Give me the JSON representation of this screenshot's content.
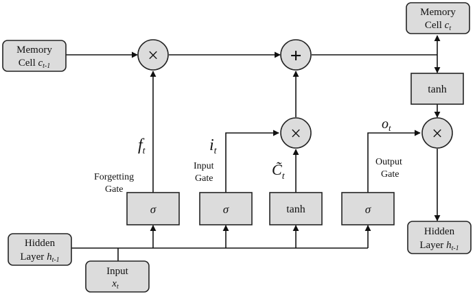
{
  "boxes": {
    "memory_in_1": "Memory",
    "memory_in_2": "Cell",
    "memory_in_sym": "c",
    "memory_in_sub": "t-1",
    "memory_out_1": "Memory",
    "memory_out_2": "Cell",
    "memory_out_sym": "c",
    "memory_out_sub": "t",
    "hidden_in_1": "Hidden",
    "hidden_in_2": "Layer",
    "hidden_in_sym": "h",
    "hidden_in_sub": "t-1",
    "hidden_out_1": "Hidden",
    "hidden_out_2": "Layer",
    "hidden_out_sym": "h",
    "hidden_out_sub": "t-1",
    "input_1": "Input",
    "input_sym": "x",
    "input_sub": "t",
    "sigma_forget": "σ",
    "sigma_input": "σ",
    "tanh_candidate": "tanh",
    "sigma_output": "σ",
    "tanh_top": "tanh"
  },
  "operators": {
    "multiply_forget": "×",
    "add": "+",
    "multiply_input": "×",
    "multiply_output": "×"
  },
  "labels": {
    "f_sym": "f",
    "f_sub": "t",
    "i_sym": "i",
    "i_sub": "t",
    "c_sym": "C̃",
    "c_sub": "t",
    "o_sym": "o",
    "o_sub": "t",
    "forgetting_1": "Forgetting",
    "forgetting_2": "Gate",
    "input_gate_1": "Input",
    "input_gate_2": "Gate",
    "output_gate_1": "Output",
    "output_gate_2": "Gate"
  }
}
